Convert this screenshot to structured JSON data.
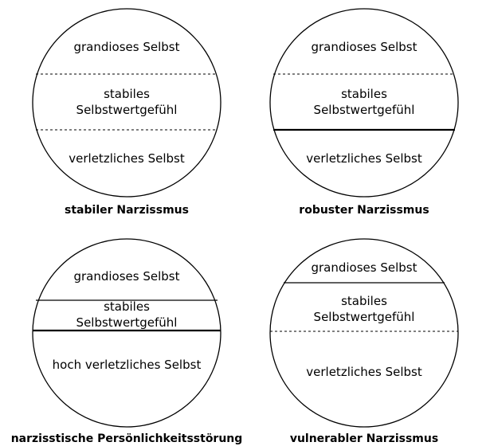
{
  "diagrams": [
    {
      "caption": "stabiler Narzissmus",
      "top": "grandioses Selbst",
      "middle": [
        "stabiles",
        "Selbstwertgefühl"
      ],
      "bottom": "verletzliches Selbst"
    },
    {
      "caption": "robuster Narzissmus",
      "top": "grandioses Selbst",
      "middle": [
        "stabiles",
        "Selbstwertgefühl"
      ],
      "bottom": "verletzliches Selbst"
    },
    {
      "caption": "narzisstische Persönlichkeitsstörung",
      "top": "grandioses Selbst",
      "middle": [
        "stabiles",
        "Selbstwertgefühl"
      ],
      "bottom": "hoch verletzliches Selbst"
    },
    {
      "caption": "vulnerabler Narzissmus",
      "top": "grandioses Selbst",
      "middle": [
        "stabiles",
        "Selbstwertgefühl"
      ],
      "bottom": "verletzliches Selbst"
    }
  ],
  "colors": {
    "stroke": "#000000",
    "background": "#ffffff"
  }
}
